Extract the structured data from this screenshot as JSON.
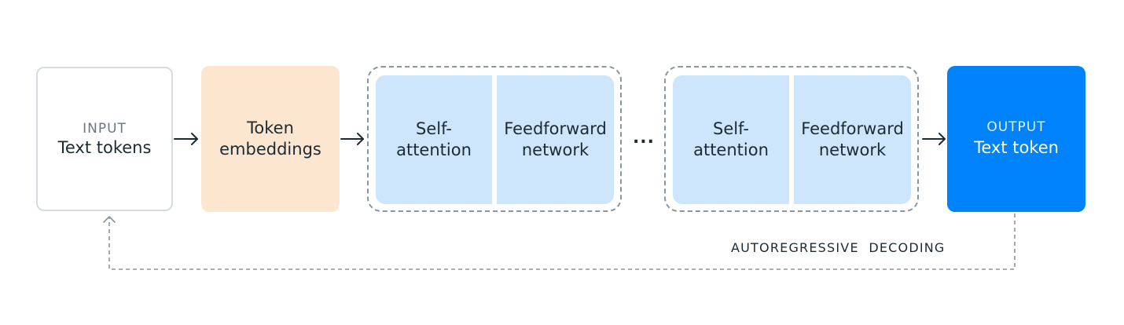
{
  "input": {
    "tag": "INPUT",
    "label": "Text tokens"
  },
  "embeddings": {
    "line1": "Token",
    "line2": "embeddings"
  },
  "blocks": [
    {
      "attention": {
        "line1": "Self-",
        "line2": "attention"
      },
      "feedforward": {
        "line1": "Feedforward",
        "line2": "network"
      }
    },
    {
      "attention": {
        "line1": "Self-",
        "line2": "attention"
      },
      "feedforward": {
        "line1": "Feedforward",
        "line2": "network"
      }
    }
  ],
  "ellipsis": "...",
  "output": {
    "tag": "OUTPUT",
    "label": "Text token"
  },
  "loop_label": "AUTOREGRESSIVE  DECODING",
  "colors": {
    "embeddings_fill": "#fde6d0",
    "block_fill": "#cde6fb",
    "output_fill": "#0082fb",
    "arrow": "#1c2b33",
    "dashed": "#8a959c"
  }
}
